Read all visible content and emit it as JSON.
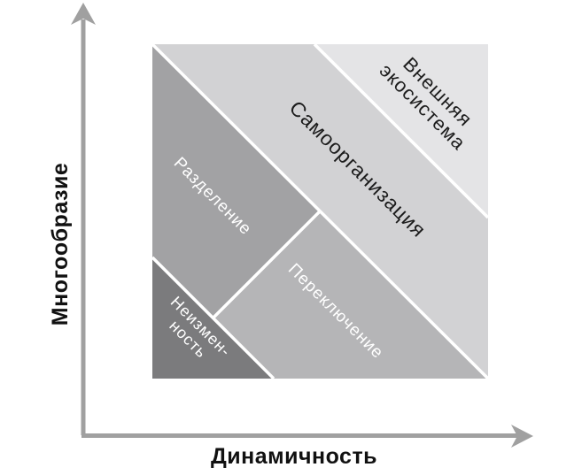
{
  "figure": {
    "type": "diagonal-band-matrix-diagram",
    "x_axis_label": "Динамичность",
    "y_axis_label": "Многообразие"
  },
  "regions": [
    {
      "name": "external-ecosystem",
      "label_lines": [
        "Внешняя",
        "экосистема"
      ],
      "fill": "#e4e4e6",
      "text_color": "#1c1c1c"
    },
    {
      "name": "self-organization",
      "label_lines": [
        "Самоорганизация"
      ],
      "fill": "#d2d2d4",
      "text_color": "#1c1c1c"
    },
    {
      "name": "division",
      "label_lines": [
        "Разделение"
      ],
      "fill": "#a2a2a4",
      "text_color": "#ffffff"
    },
    {
      "name": "switching",
      "label_lines": [
        "Переключение"
      ],
      "fill": "#b5b5b7",
      "text_color": "#ffffff"
    },
    {
      "name": "unchangeability",
      "label_lines": [
        "Неизмен-",
        "ность"
      ],
      "fill": "#7b7b7d",
      "text_color": "#ffffff"
    }
  ],
  "colors": {
    "axis": "#a0a0a0",
    "divider": "#ffffff",
    "background": "#ffffff",
    "label": "#111111"
  }
}
